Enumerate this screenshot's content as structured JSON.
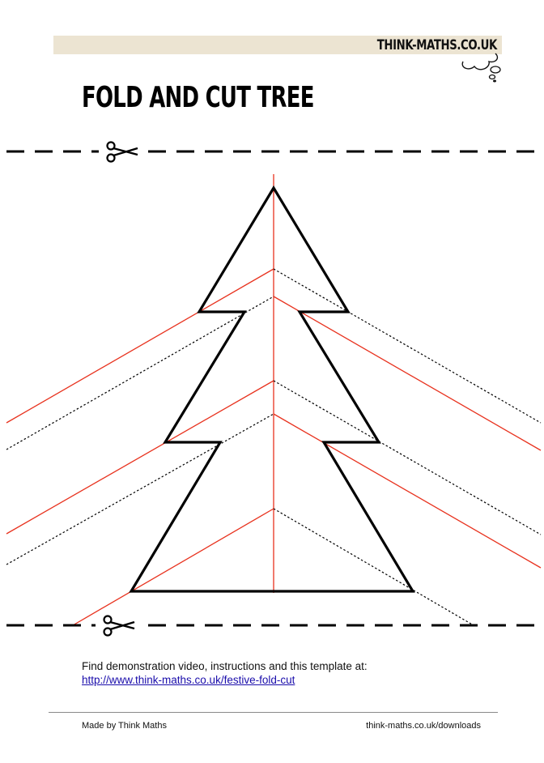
{
  "header": {
    "brand": "THINK-MATHS.CO.UK",
    "logo_icon": "thought-cloud-icon",
    "bar_color": "#ece4d2"
  },
  "title": "FOLD AND CUT TREE",
  "template": {
    "scissors_icon": "scissors-icon",
    "cut_line_color": "#000000",
    "fold_line_color": "#e8321e"
  },
  "info": {
    "text": "Find demonstration video, instructions and this template at:",
    "link": "http://www.think-maths.co.uk/festive-fold-cut"
  },
  "footer": {
    "left": "Made by Think Maths",
    "right": "think-maths.co.uk/downloads"
  }
}
